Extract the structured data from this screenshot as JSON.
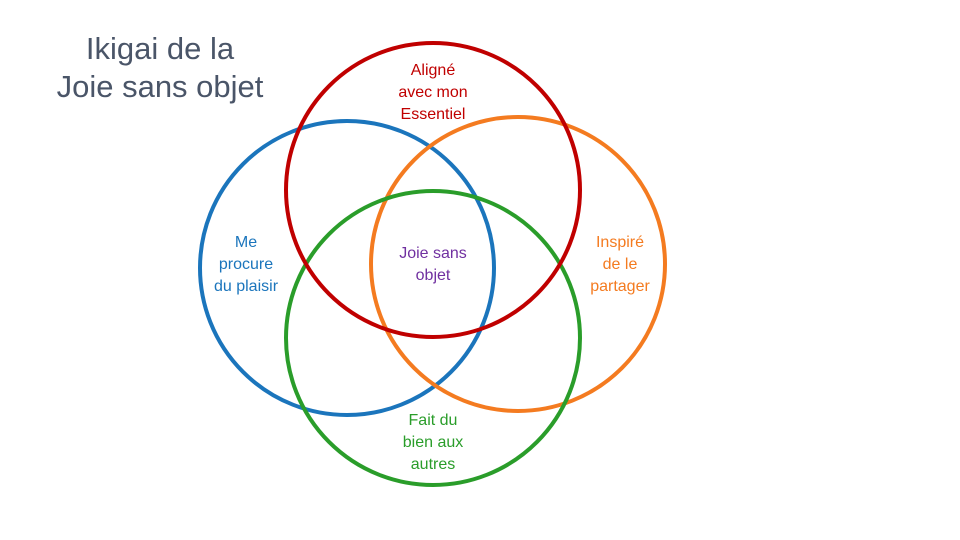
{
  "title": {
    "line1": "Ikigai de la",
    "line2": "Joie sans objet"
  },
  "circles": [
    {
      "name": "essentiel",
      "label": "Aligné\navec mon\nEssentiel",
      "color": "#c00000"
    },
    {
      "name": "plaisir",
      "label": "Me\nprocure\ndu plaisir",
      "color": "#1b75bc"
    },
    {
      "name": "partager",
      "label": "Inspiré\nde le\npartager",
      "color": "#f47b20"
    },
    {
      "name": "autres",
      "label": "Fait du\nbien aux\nautres",
      "color": "#2a9d2a"
    }
  ],
  "center": {
    "label": "Joie sans\nobjet",
    "color": "#7030a0"
  }
}
